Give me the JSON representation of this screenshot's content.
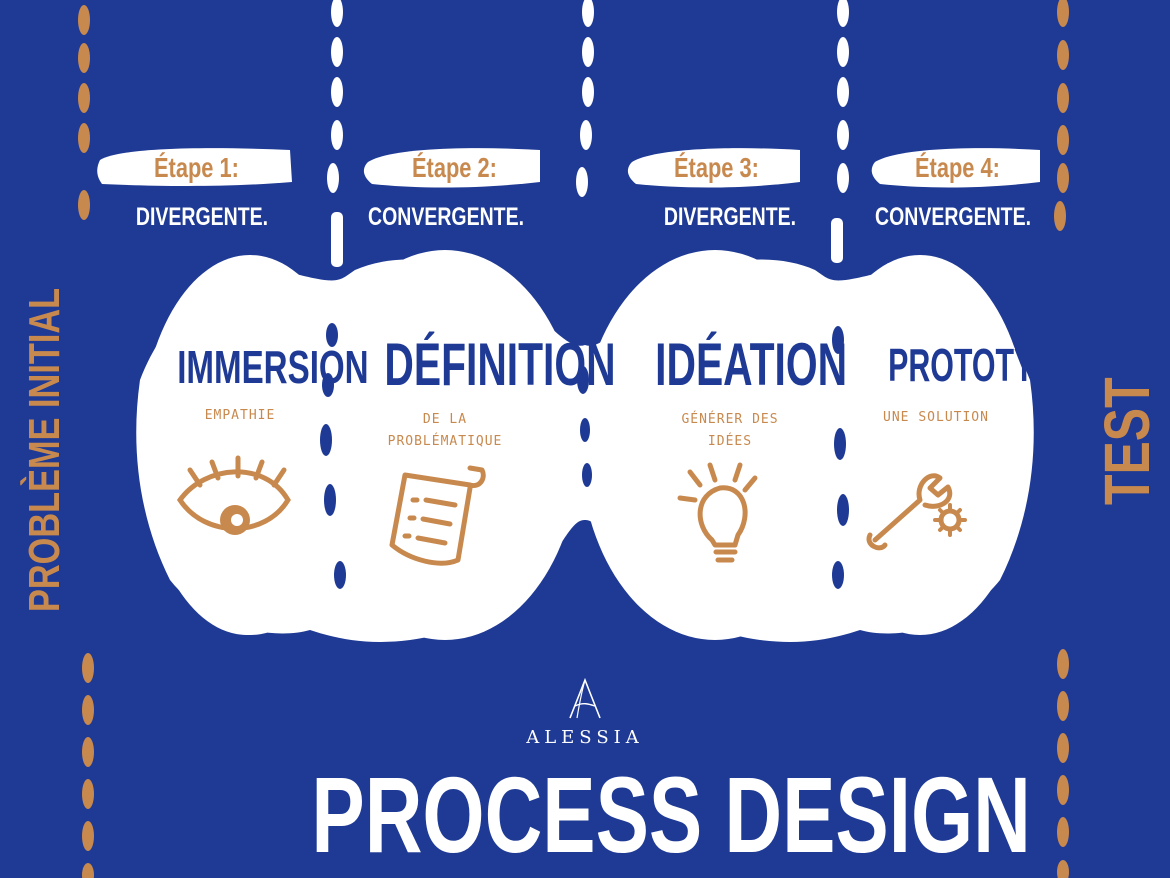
{
  "brand": {
    "name": "ALESSIA",
    "logo_letter": "A"
  },
  "title": "PROCESS DESIGN",
  "side_left": "PROBLÈME INITIAL",
  "side_right": "TEST",
  "steps": [
    {
      "tag": "Étape 1:",
      "label": "DIVERGENTE."
    },
    {
      "tag": "Étape 2:",
      "label": "CONVERGENTE."
    },
    {
      "tag": "Étape 3:",
      "label": "DIVERGENTE."
    },
    {
      "tag": "Étape 4:",
      "label": "CONVERGENTE."
    }
  ],
  "phases": [
    {
      "title": "IMMERSION",
      "subtitle_lines": [
        "EMPATHIE"
      ],
      "icon": "eye-icon"
    },
    {
      "title": "DÉFINITION",
      "subtitle_lines": [
        "DE LA",
        "PROBLÉMATIQUE"
      ],
      "icon": "document-icon"
    },
    {
      "title": "IDÉATION",
      "subtitle_lines": [
        "GÉNÉRER DES",
        "IDÉES"
      ],
      "icon": "lightbulb-icon"
    },
    {
      "title": "PROTOTYPE",
      "subtitle_lines": [
        "UNE SOLUTION"
      ],
      "icon": "wrench-gear-icon"
    }
  ],
  "colors": {
    "background": "#1e3a95",
    "accent": "#c8894e",
    "white": "#ffffff"
  }
}
